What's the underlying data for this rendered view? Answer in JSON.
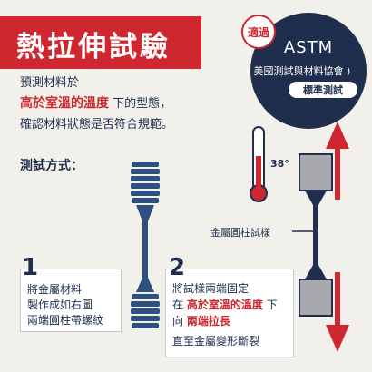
{
  "title": "熱拉伸試驗",
  "astm": {
    "badge": "適過",
    "name": "ASTM",
    "org": "( 美國測試與材料協會 )",
    "std": "標準測試"
  },
  "intro": {
    "line1": "預測材料於",
    "line2_red": "高於室溫的溫度",
    "line2_rest": " 下的型態，",
    "line3": "確認材料狀態是否符合規範。"
  },
  "method_heading": "測試方式：",
  "thermometer": {
    "label": "38°"
  },
  "specimen_label": "金屬圓柱試樣",
  "step1": {
    "number": "1",
    "lines": [
      "將金屬材料",
      "製作成如右圖",
      "兩端圓柱帶螺紋"
    ]
  },
  "step2": {
    "number": "2",
    "line1": "將試樣兩端固定",
    "line2_pre": "在 ",
    "line2_red": "高於室溫的溫度",
    "line2_post": " 下",
    "line3_pre": "向 ",
    "line3_red": "兩端拉長",
    "line4": "直至金屬變形斷裂"
  },
  "colors": {
    "accent_red": "#cf2730",
    "navy": "#1f2e4d",
    "background": "#f2f0ea",
    "specimen_blue": "#2f4f7f",
    "grip_gray": "#a7a9ac"
  }
}
